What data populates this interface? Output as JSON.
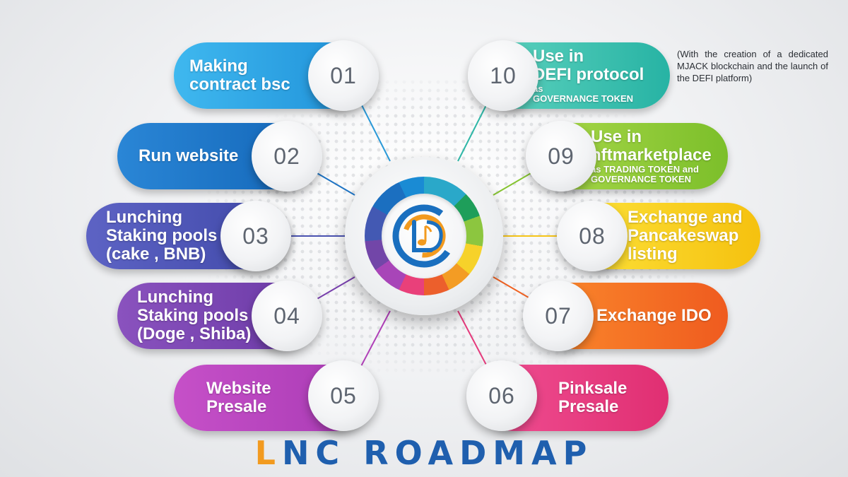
{
  "title": {
    "first_letter": "L",
    "rest": "NC ROADMAP"
  },
  "note": "(With the creation of a dedicated MJACK blockchain and the launch of the DEFI platform)",
  "items": [
    {
      "number": "01",
      "lines": [
        "Making",
        "contract bsc"
      ],
      "sub": [],
      "color_from": "#3fb8ef",
      "color_to": "#1e8fd8"
    },
    {
      "number": "02",
      "lines": [
        "Run website"
      ],
      "sub": [],
      "color_from": "#2a86d6",
      "color_to": "#1366b8"
    },
    {
      "number": "03",
      "lines": [
        "Lunching",
        "Staking pools",
        "(cake , BNB)"
      ],
      "sub": [],
      "color_from": "#5d63c4",
      "color_to": "#3f48a8"
    },
    {
      "number": "04",
      "lines": [
        "Lunching",
        "Staking pools",
        "(Doge , Shiba)"
      ],
      "sub": [],
      "color_from": "#8a52be",
      "color_to": "#6a3aa6"
    },
    {
      "number": "05",
      "lines": [
        "Website",
        "Presale"
      ],
      "sub": [],
      "color_from": "#c650c8",
      "color_to": "#a83ab4"
    },
    {
      "number": "06",
      "lines": [
        "Pinksale",
        "Presale"
      ],
      "sub": [],
      "color_from": "#f04f93",
      "color_to": "#e02f72"
    },
    {
      "number": "07",
      "lines": [
        "Exchange IDO"
      ],
      "sub": [],
      "color_from": "#fb8a2c",
      "color_to": "#ef5b1f"
    },
    {
      "number": "08",
      "lines": [
        "Exchange and",
        "Pancakeswap",
        "listing"
      ],
      "sub": [],
      "color_from": "#fde23a",
      "color_to": "#f5c10f"
    },
    {
      "number": "09",
      "lines": [
        "Use in",
        "nftmarketplace"
      ],
      "sub": [
        "as TRADING TOKEN and",
        "GOVERNANCE TOKEN"
      ],
      "color_from": "#a9d84a",
      "color_to": "#7cbf2a"
    },
    {
      "number": "10",
      "lines": [
        "Use in",
        "DEFI protocol"
      ],
      "sub": [
        "as",
        "GOVERNANCE TOKEN"
      ],
      "color_from": "#5fd3bf",
      "color_to": "#27b3a4"
    }
  ]
}
